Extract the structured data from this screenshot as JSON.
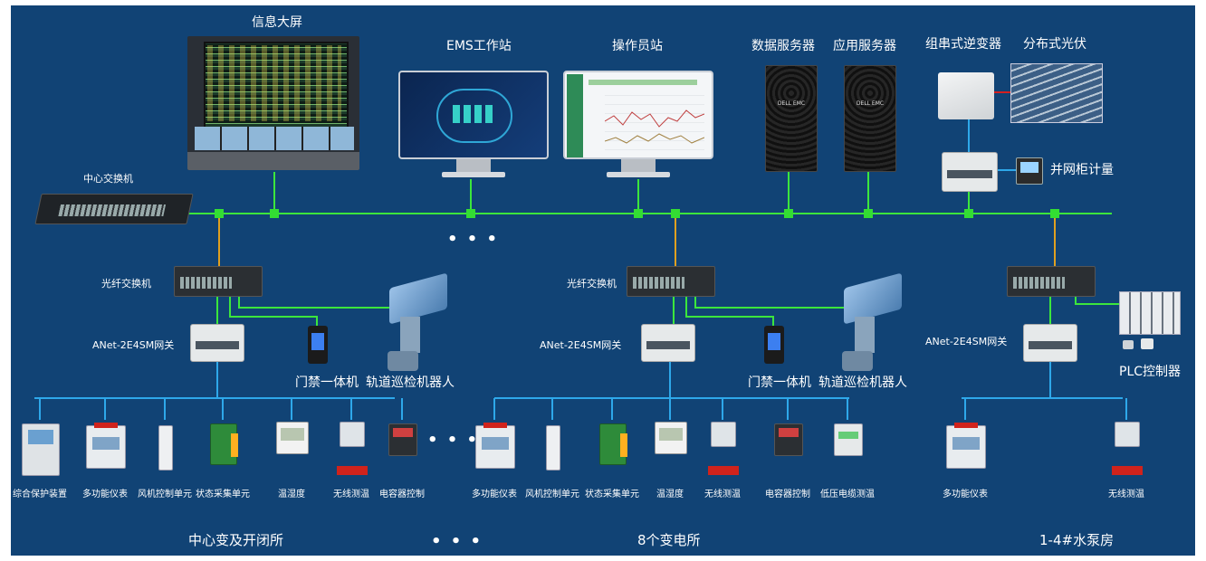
{
  "labels": {
    "big_screen": "信息大屏",
    "ems": "EMS工作站",
    "operator": "操作员站",
    "data_server": "数据服务器",
    "app_server": "应用服务器",
    "inverter": "组串式逆变器",
    "pv": "分布式光伏",
    "grid_meter": "并网柜计量",
    "core_switch": "中心交换机",
    "fiber_switch": "光纤交换机",
    "gateway": "ANet-2E4SM网关",
    "door": "门禁一体机",
    "robot": "轨道巡检机器人",
    "plc": "PLC控制器",
    "dots": "• • •"
  },
  "zones": {
    "zone1": "中心变及开闭所",
    "zone2": "8个变电所",
    "zone3": "1-4#水泵房"
  },
  "devices_zone1": [
    "综合保护装置",
    "多功能仪表",
    "风机控制单元",
    "状态采集单元",
    "温湿度",
    "无线测温",
    "电容器控制"
  ],
  "devices_zone2": [
    "多功能仪表",
    "风机控制单元",
    "状态采集单元",
    "温湿度",
    "无线测温",
    "电容器控制",
    "低压电缆测温"
  ],
  "devices_zone3": [
    "多功能仪表",
    "无线测温"
  ],
  "dell_brand": "DELL EMC",
  "colors": {
    "background": "#114375",
    "ethernet": "#3ce63c",
    "fiber": "#e0a020",
    "bus": "#2ea8ea",
    "power": "#d42020",
    "node": "#33dd33"
  }
}
